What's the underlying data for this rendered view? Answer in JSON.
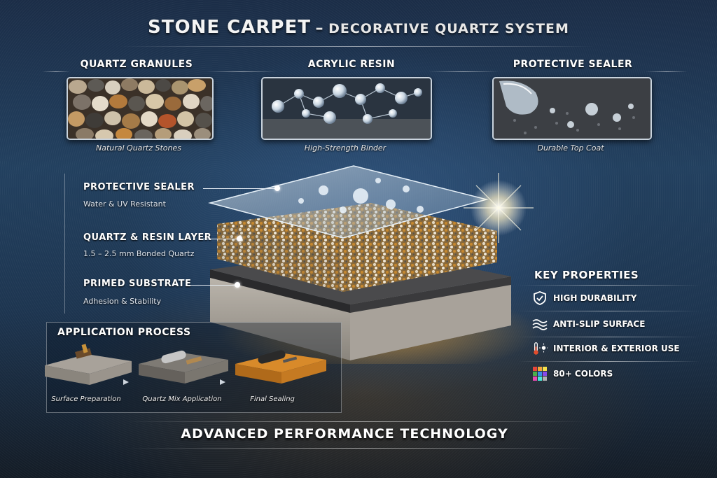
{
  "title": {
    "main": "STONE CARPET",
    "dash": "–",
    "sub": "DECORATIVE QUARTZ SYSTEM"
  },
  "categories": [
    {
      "label": "QUARTZ GRANULES",
      "caption": "Natural Quartz Stones",
      "icon": "quartz-granules-photo"
    },
    {
      "label": "ACRYLIC RESIN",
      "caption": "High-Strength Binder",
      "icon": "resin-molecule-photo"
    },
    {
      "label": "PROTECTIVE SEALER",
      "caption": "Durable Top Coat",
      "icon": "sealer-droplets-photo"
    }
  ],
  "layers": [
    {
      "label": "PROTECTIVE SEALER",
      "sub": "Water & UV Resistant"
    },
    {
      "label": "QUARTZ & RESIN LAYER",
      "sub": "1.5 – 2.5 mm Bonded Quartz"
    },
    {
      "label": "PRIMED SUBSTRATE",
      "sub": "Adhesion & Stability"
    }
  ],
  "key_properties": {
    "title": "KEY PROPERTIES",
    "items": [
      {
        "label": "HIGH DURABILITY",
        "icon": "shield-icon"
      },
      {
        "label": "ANTI-SLIP SURFACE",
        "icon": "waves-icon"
      },
      {
        "label": "INTERIOR & EXTERIOR USE",
        "icon": "thermometer-sun-icon"
      },
      {
        "label": "80+ COLORS",
        "icon": "color-cube-icon"
      }
    ]
  },
  "application_process": {
    "title": "APPLICATION PROCESS",
    "steps": [
      {
        "caption": "Surface Preparation"
      },
      {
        "caption": "Quartz Mix Application"
      },
      {
        "caption": "Final Sealing"
      }
    ]
  },
  "footer": "ADVANCED PERFORMANCE TECHNOLOGY",
  "colors": {
    "background": "#1d3550",
    "accent_gold": "#d89a3a",
    "text": "#ffffff"
  }
}
